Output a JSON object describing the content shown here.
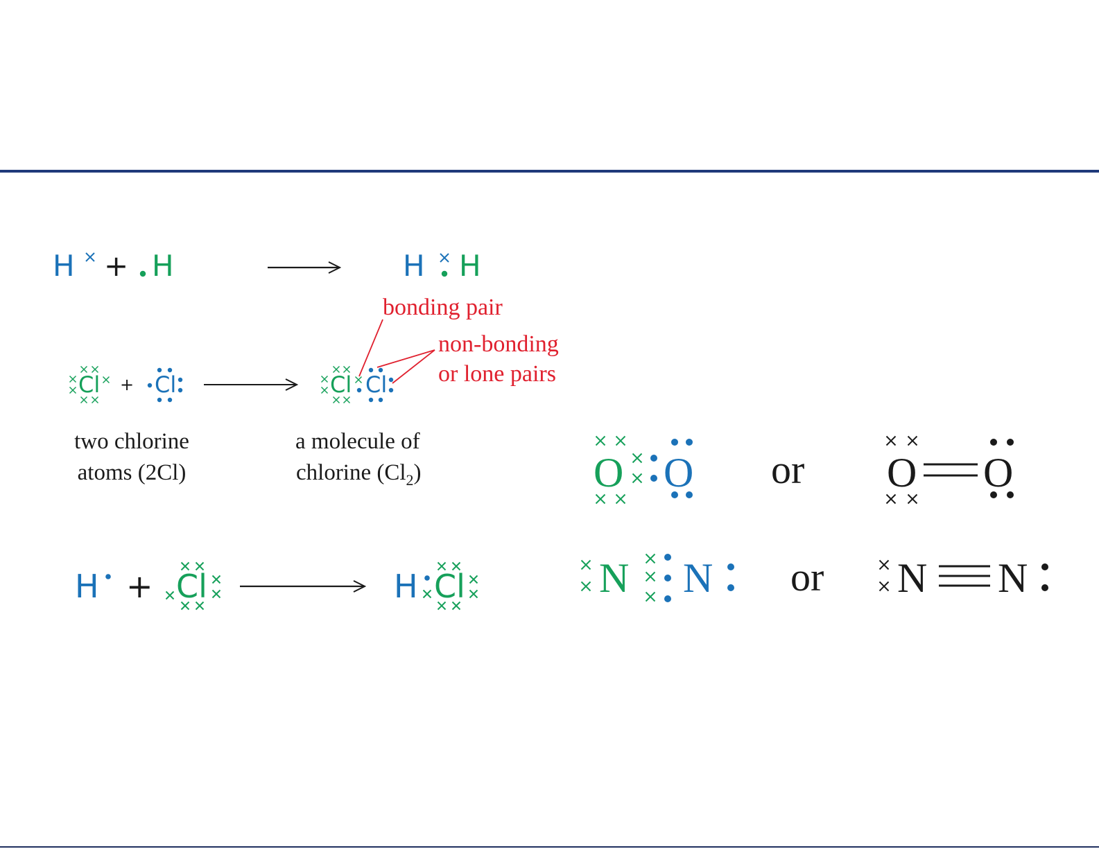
{
  "colors": {
    "blue": "#1b72b8",
    "green": "#16a05a",
    "red": "#e0202e",
    "black": "#1a1a1a",
    "rule": "#1f3a7a",
    "bottom_rule": "#1f2f5f"
  },
  "h2": {
    "left_h": "H",
    "right_h": "H",
    "plus": "+",
    "prod_left_h": "H",
    "prod_right_h": "H"
  },
  "cl2": {
    "atom1": "Cl",
    "plus": "+",
    "atom2": "Cl",
    "prod_atom1": "Cl",
    "prod_atom2": "Cl",
    "caption_reactants": [
      "two chlorine",
      "atoms (2Cl)"
    ],
    "caption_product_line1": "a molecule of",
    "caption_product_line2": "chlorine (Cl",
    "caption_product_sub": "2",
    "caption_product_close": ")",
    "label_bonding": "bonding pair",
    "label_lone": [
      "non-bonding",
      "or lone pairs"
    ]
  },
  "hcl": {
    "h": "H",
    "plus": "+",
    "cl": "Cl",
    "prod_h": "H",
    "prod_cl": "Cl"
  },
  "o2": {
    "left": "O",
    "right": "O",
    "or": "or",
    "struct_left": "O",
    "struct_right": "O"
  },
  "n2": {
    "left": "N",
    "right": "N",
    "or": "or",
    "struct_left": "N",
    "struct_right": "N"
  }
}
